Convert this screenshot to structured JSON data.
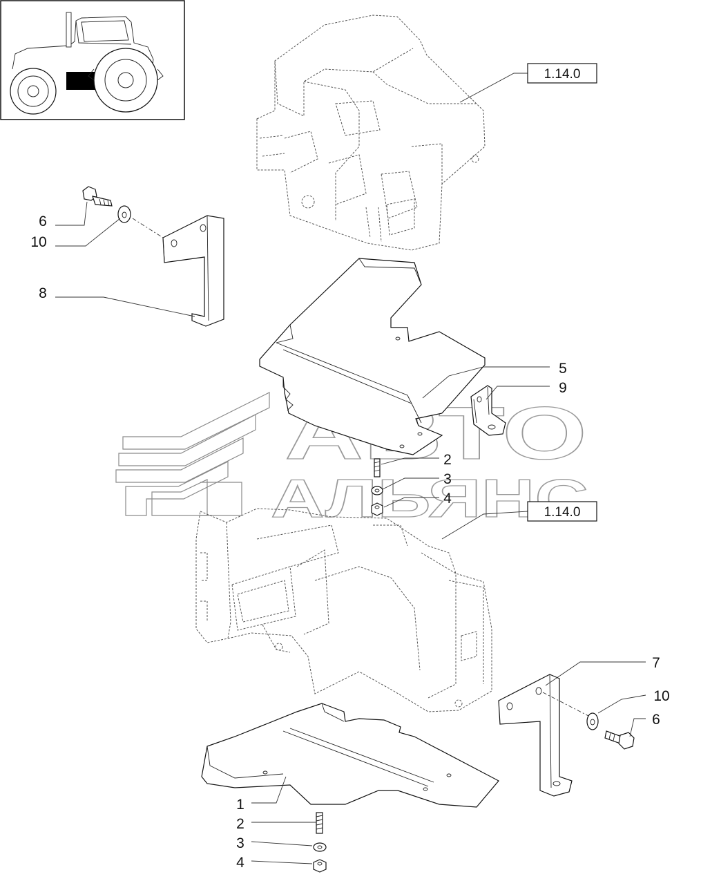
{
  "callouts": [
    {
      "key": "c6a",
      "text": "6"
    },
    {
      "key": "c10a",
      "text": "10"
    },
    {
      "key": "c8",
      "text": "8"
    },
    {
      "key": "c5",
      "text": "5"
    },
    {
      "key": "c9",
      "text": "9"
    },
    {
      "key": "c2a",
      "text": "2"
    },
    {
      "key": "c3a",
      "text": "3"
    },
    {
      "key": "c4a",
      "text": "4"
    },
    {
      "key": "c7",
      "text": "7"
    },
    {
      "key": "c10b",
      "text": "10"
    },
    {
      "key": "c6b",
      "text": "6"
    },
    {
      "key": "c1",
      "text": "1"
    },
    {
      "key": "c2b",
      "text": "2"
    },
    {
      "key": "c3b",
      "text": "3"
    },
    {
      "key": "c4b",
      "text": "4"
    }
  ],
  "references": {
    "top": "1.14.0",
    "middle": "1.14.0"
  },
  "watermark": {
    "line1": "АВТО",
    "line2": "АЛЬЯНС"
  },
  "colors": {
    "line": "#111111",
    "ghost_line": "#555555",
    "watermark": "#9a9a9a",
    "highlight": "#000000"
  },
  "icons": [
    "tractor-thumbnail-icon",
    "hex-bolt-icon",
    "flat-washer-icon",
    "stud-icon",
    "lock-washer-icon",
    "hex-nut-icon"
  ]
}
